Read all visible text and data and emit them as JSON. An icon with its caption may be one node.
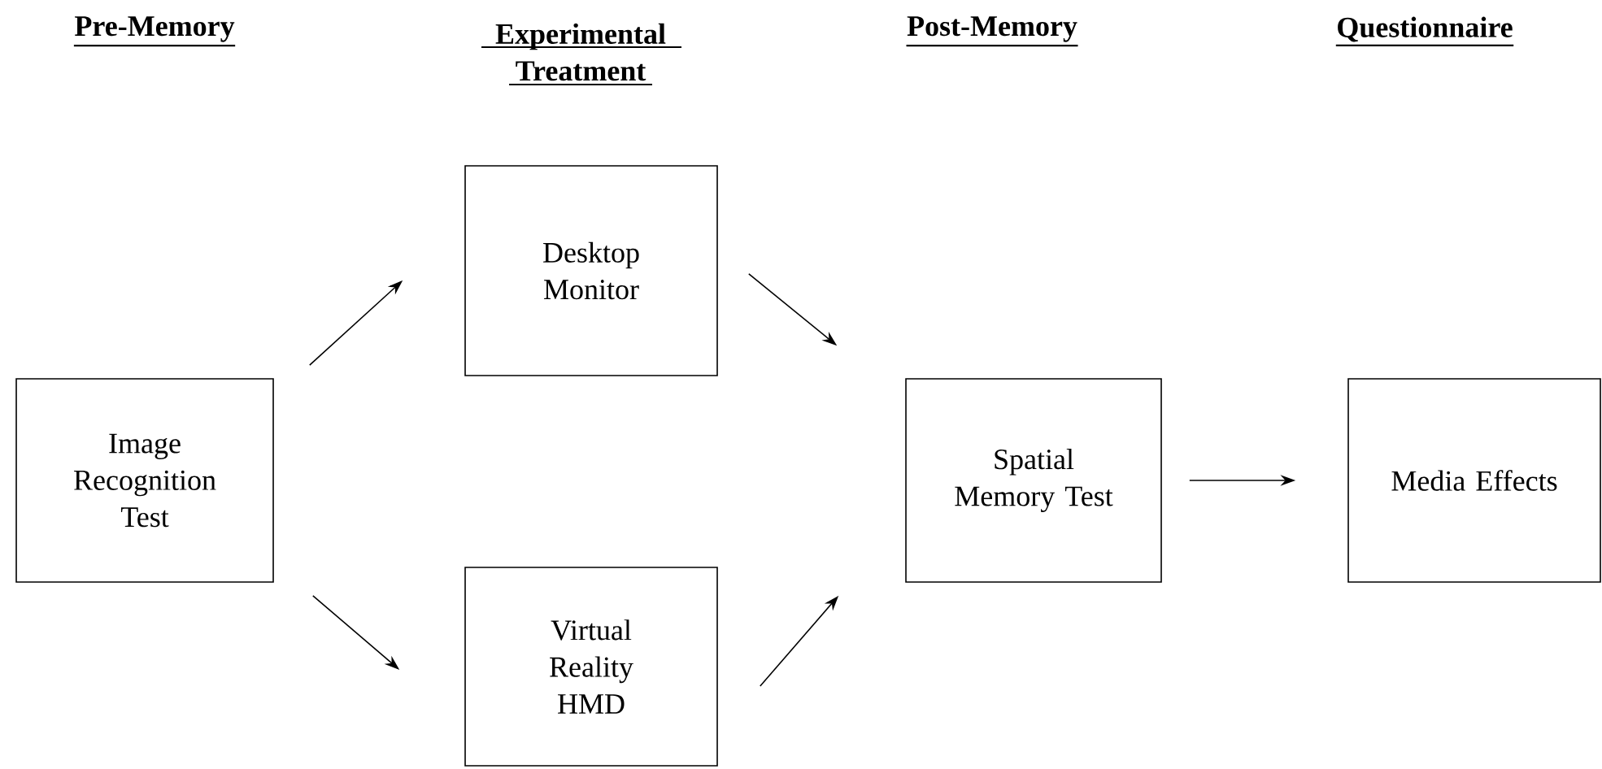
{
  "diagram": {
    "nodes": [
      {
        "text": [
          "Image Recognition Test"
        ]
      },
      {
        "text": [
          "Desktop Monitor"
        ]
      },
      {
        "text": [
          "Virtual Reality HMD"
        ]
      },
      {
        "text": [
          "Spatial Memory Test"
        ]
      },
      {
        "text": [
          "Media Effects"
        ]
      }
    ],
    "edges": [
      {
        "from": 0,
        "to": 1,
        "arrow": "to"
      },
      {
        "from": 0,
        "to": 2,
        "arrow": "to"
      },
      {
        "from": 1,
        "to": 3,
        "arrow": "to"
      },
      {
        "from": 2,
        "to": 3,
        "arrow": "to"
      },
      {
        "from": 3,
        "to": 4,
        "arrow": "to"
      }
    ],
    "labels": [
      "Pre-Memory",
      "Experimental Treatment",
      "Post-Memory",
      "Questionnaire"
    ]
  }
}
